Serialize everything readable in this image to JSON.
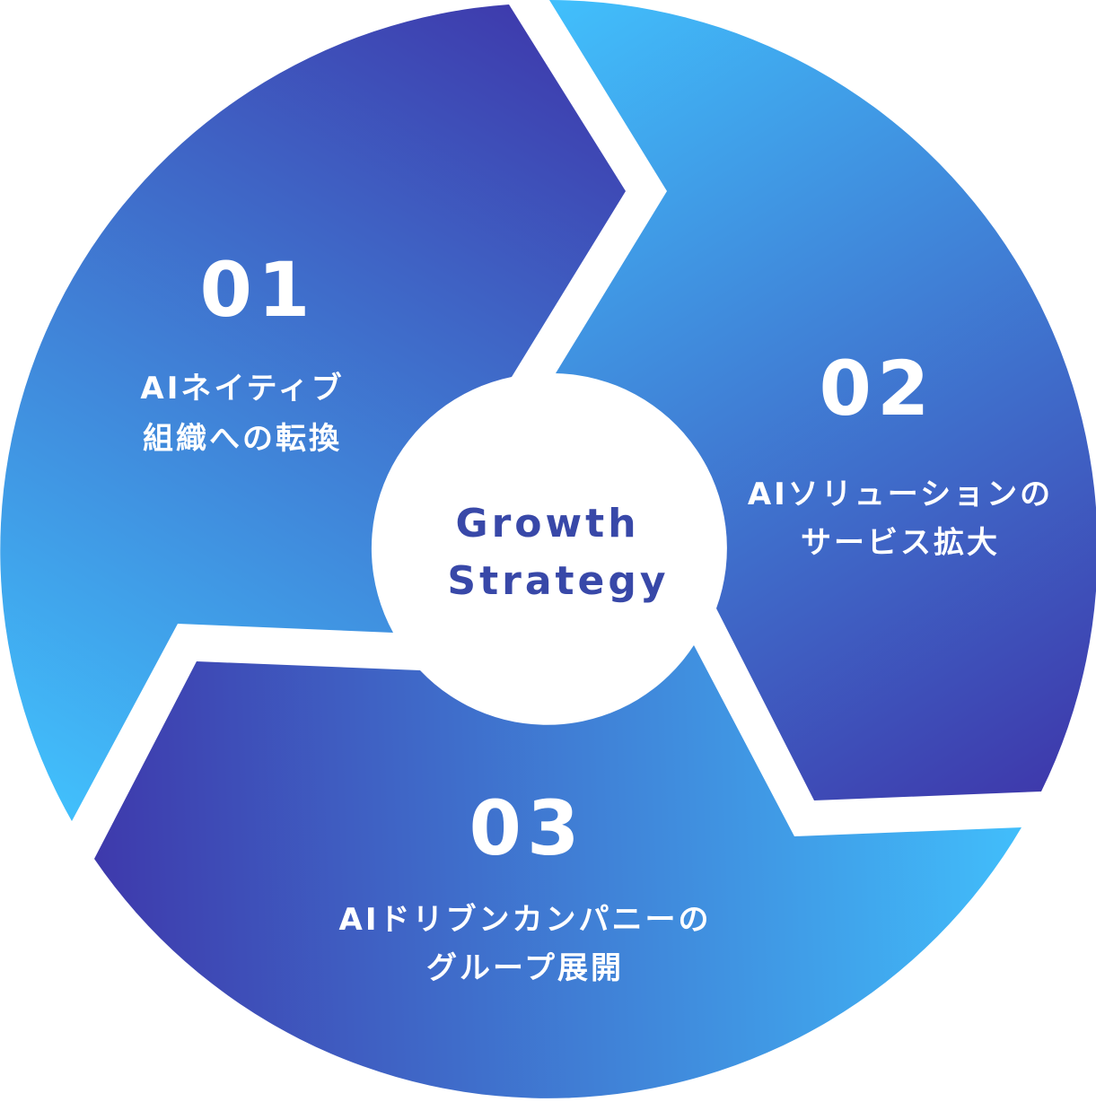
{
  "diagram": {
    "center": {
      "line1": "Growth",
      "line2": "Strategy",
      "text_color": "#3848A8"
    },
    "segments": [
      {
        "number": "01",
        "label_line1": "AIネイティブ",
        "label_line2": "組織への転換",
        "gradient_from": "#3E3AAC",
        "gradient_to": "#41BEFB"
      },
      {
        "number": "02",
        "label_line1": "AIソリューションの",
        "label_line2": "サービス拡大",
        "gradient_from": "#41BEFB",
        "gradient_to": "#3E3AAC"
      },
      {
        "number": "03",
        "label_line1": "AIドリブンカンパニーの",
        "label_line2": "グループ展開",
        "gradient_from": "#3E3AAC",
        "gradient_to": "#41BEFB"
      }
    ]
  }
}
